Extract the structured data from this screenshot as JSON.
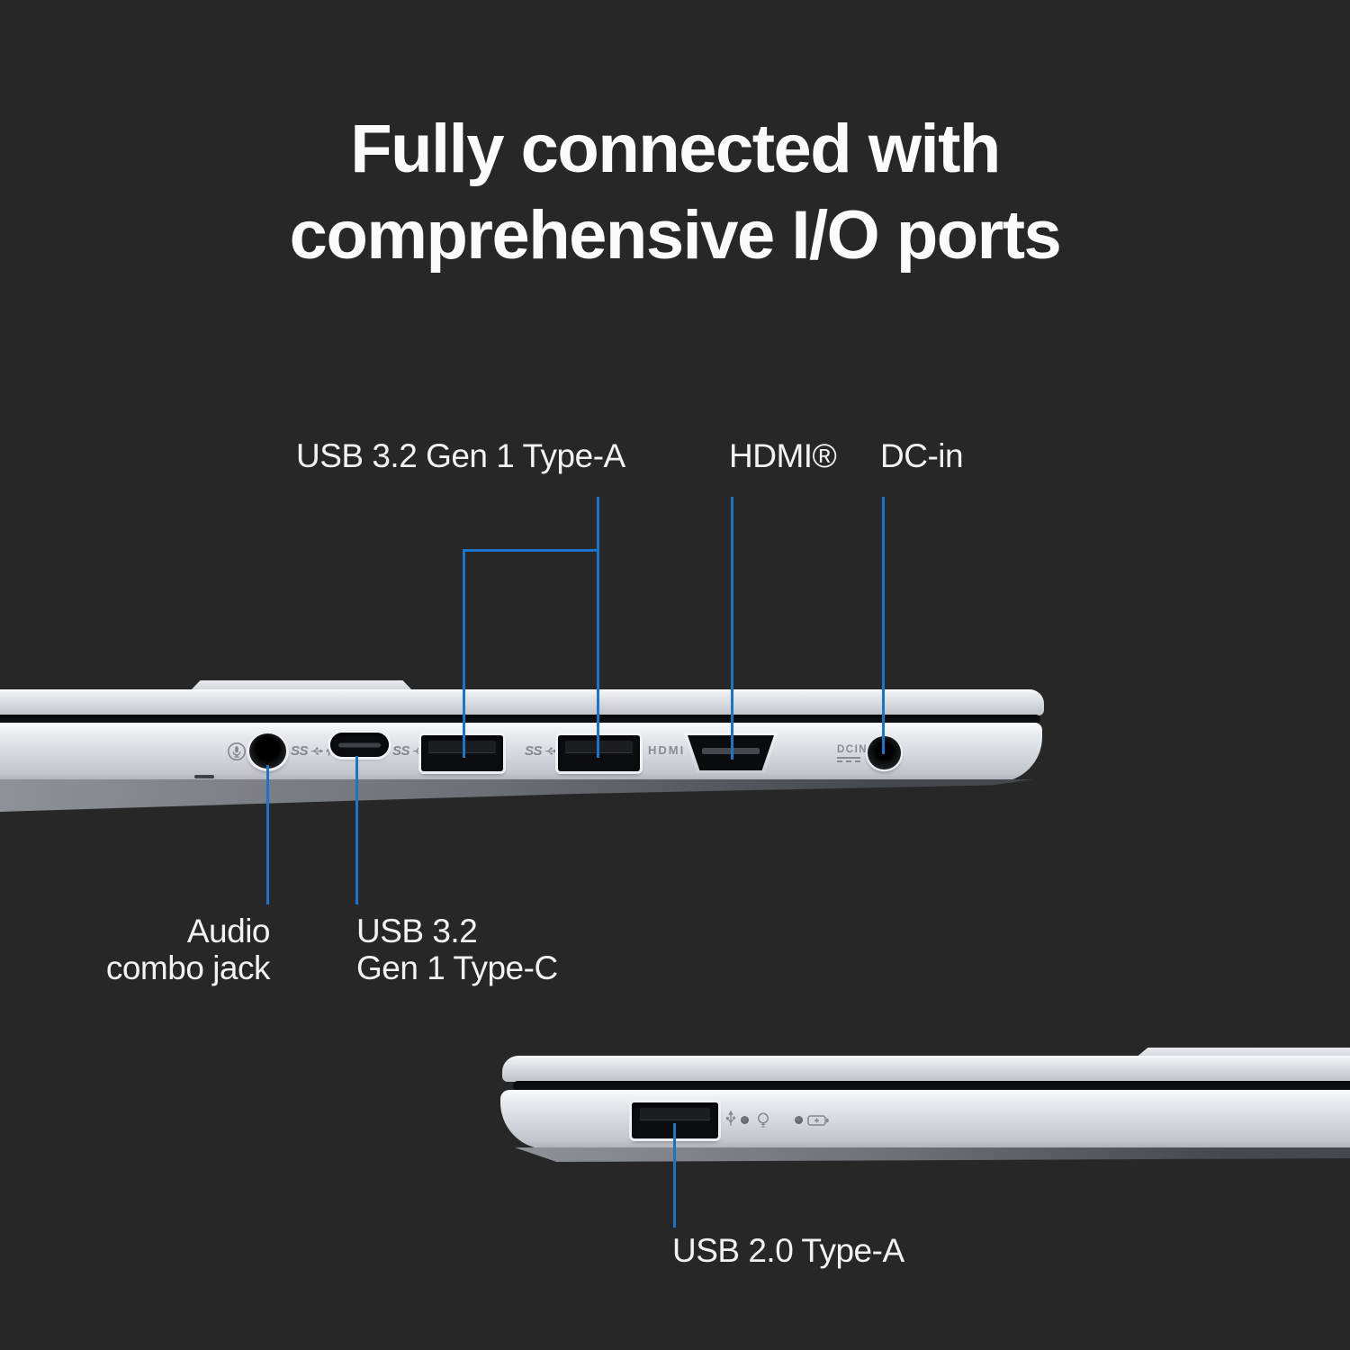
{
  "colors": {
    "background": "#272727",
    "accent": "#1b74cc",
    "label_text": "#f2f2f3",
    "marking_text": "#898c91",
    "chassis_silver": "#d7dadd",
    "port_black": "#0c0d0f"
  },
  "title": {
    "line1": "Fully connected with",
    "line2": "comprehensive I/O ports"
  },
  "top_callouts": {
    "usb_a_label": "USB 3.2 Gen 1 Type-A",
    "hdmi_label": "HDMI®",
    "dc_in_label": "DC-in"
  },
  "bottom_callouts": {
    "audio_line1": "Audio",
    "audio_line2": "combo jack",
    "usb_c_line1": "USB 3.2",
    "usb_c_line2": "Gen 1 Type-C",
    "usb2_label": "USB 2.0 Type-A"
  },
  "markings": {
    "ss": "SS",
    "hdmi": "HDMI",
    "dcin": "DCIN"
  }
}
